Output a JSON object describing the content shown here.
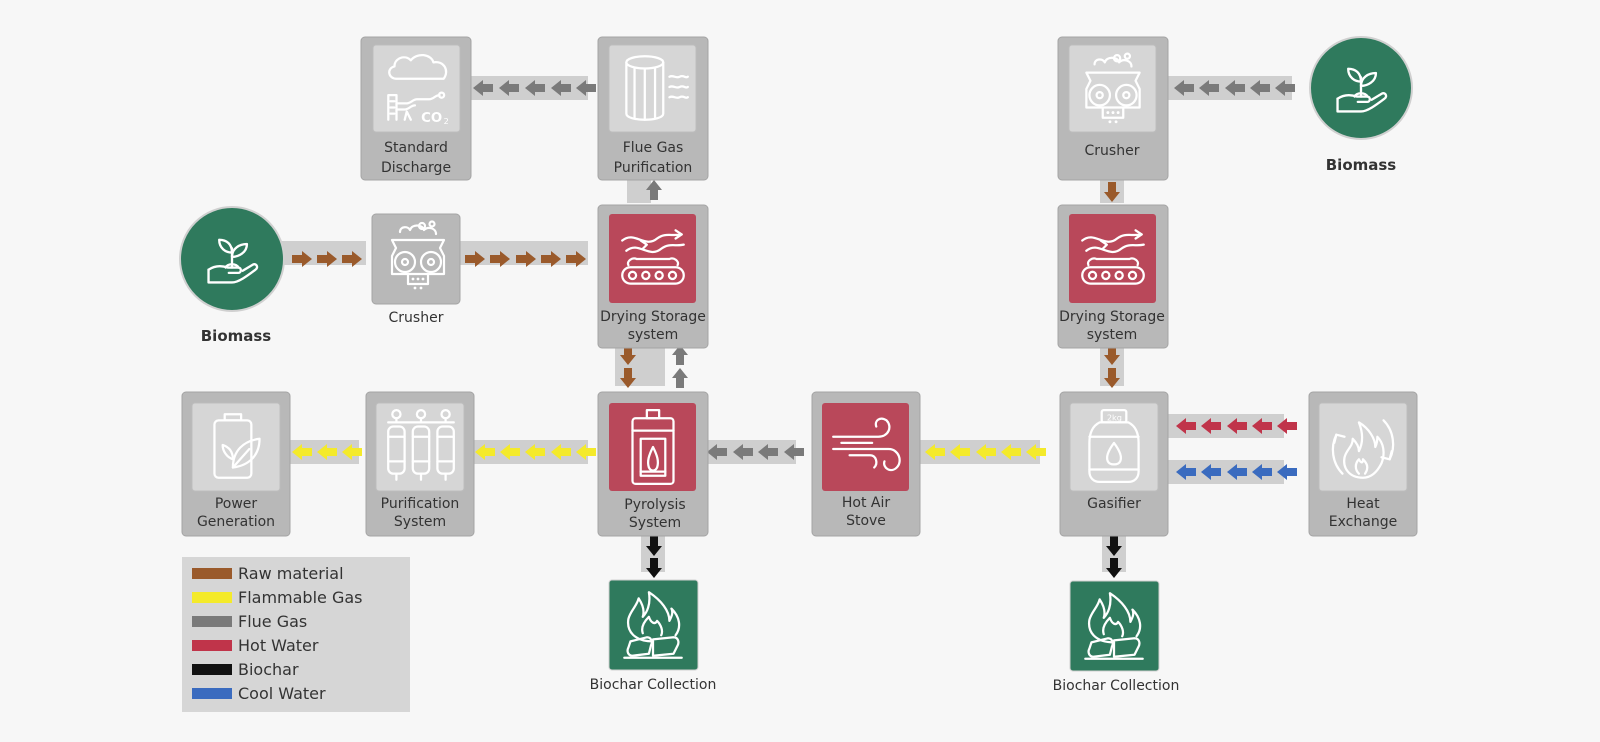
{
  "colors": {
    "raw_material": "#9a5a2b",
    "flammable_gas": "#f4ea2a",
    "flue_gas": "#7a7a7a",
    "hot_water": "#c0344a",
    "biochar": "#111111",
    "cool_water": "#3a6bbf",
    "node_red": "#b9485a",
    "node_green": "#2f7a5d",
    "node_light": "#d6d6d6",
    "frame": "#b8b8b8"
  },
  "nodes": {
    "standard_discharge": {
      "label1": "Standard",
      "label2": "Discharge",
      "icon": "co2-factory-icon"
    },
    "flue_gas_purification_top": {
      "label1": "Flue Gas",
      "label2": "Purification",
      "icon": "cylinder-filter-icon"
    },
    "biomass_left": {
      "label": "Biomass",
      "icon": "seedling-hand-icon"
    },
    "crusher_left": {
      "label": "Crusher",
      "icon": "crusher-icon"
    },
    "drying_storage_left": {
      "label1": "Drying Storage",
      "label2": "system",
      "icon": "conveyor-dryer-icon"
    },
    "crusher_right": {
      "label": "Crusher",
      "icon": "crusher-icon"
    },
    "biomass_right": {
      "label": "Biomass",
      "icon": "seedling-hand-icon"
    },
    "drying_storage_right": {
      "label1": "Drying Storage",
      "label2": "system",
      "icon": "conveyor-dryer-icon"
    },
    "power_generation": {
      "label1": "Power",
      "label2": "Generation",
      "icon": "battery-leaf-icon"
    },
    "purification_system": {
      "label1": "Purification",
      "label2": "System",
      "icon": "filter-tanks-icon"
    },
    "pyrolysis_system": {
      "label1": "Pyrolysis",
      "label2": "System",
      "icon": "furnace-icon"
    },
    "hot_air_stove": {
      "label1": "Hot Air",
      "label2": "Stove",
      "icon": "wind-icon"
    },
    "gasifier": {
      "label": "Gasifier",
      "icon": "gas-tank-icon"
    },
    "heat_exchange": {
      "label1": "Heat",
      "label2": "Exchange",
      "icon": "flame-cycle-icon"
    },
    "biochar_collection_left": {
      "label": "Biochar Collection",
      "icon": "charcoal-fire-icon"
    },
    "biochar_collection_right": {
      "label": "Biochar Collection",
      "icon": "charcoal-fire-icon"
    }
  },
  "legend": [
    {
      "label": "Raw material",
      "color": "#9a5a2b"
    },
    {
      "label": "Flammable Gas",
      "color": "#f4ea2a"
    },
    {
      "label": "Flue Gas",
      "color": "#7a7a7a"
    },
    {
      "label": "Hot Water",
      "color": "#c0344a"
    },
    {
      "label": "Biochar",
      "color": "#111111"
    },
    {
      "label": "Cool Water",
      "color": "#3a6bbf"
    }
  ]
}
